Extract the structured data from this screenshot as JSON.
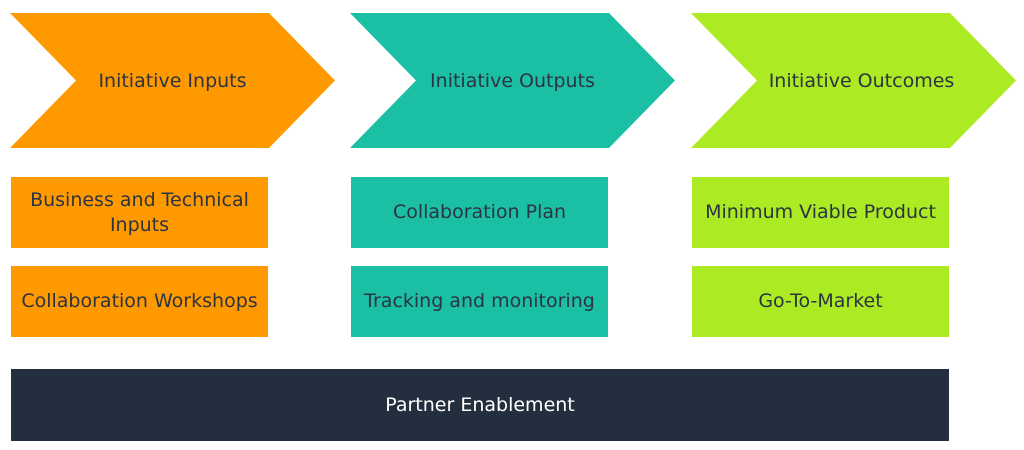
{
  "colors": {
    "orange": "#ff9900",
    "teal": "#1bbfa4",
    "green": "#acea23",
    "dark": "#232f3e",
    "text_dark": "#2b3440",
    "text_light": "#ffffff"
  },
  "stages": [
    {
      "title": "Initiative Inputs",
      "items": [
        "Business and Technical Inputs",
        "Collaboration Workshops"
      ]
    },
    {
      "title": "Initiative Outputs",
      "items": [
        "Collaboration Plan",
        "Tracking and monitoring"
      ]
    },
    {
      "title": "Initiative Outcomes",
      "items": [
        "Minimum Viable Product",
        "Go-To-Market"
      ]
    }
  ],
  "foundation": {
    "label": "Partner Enablement"
  }
}
